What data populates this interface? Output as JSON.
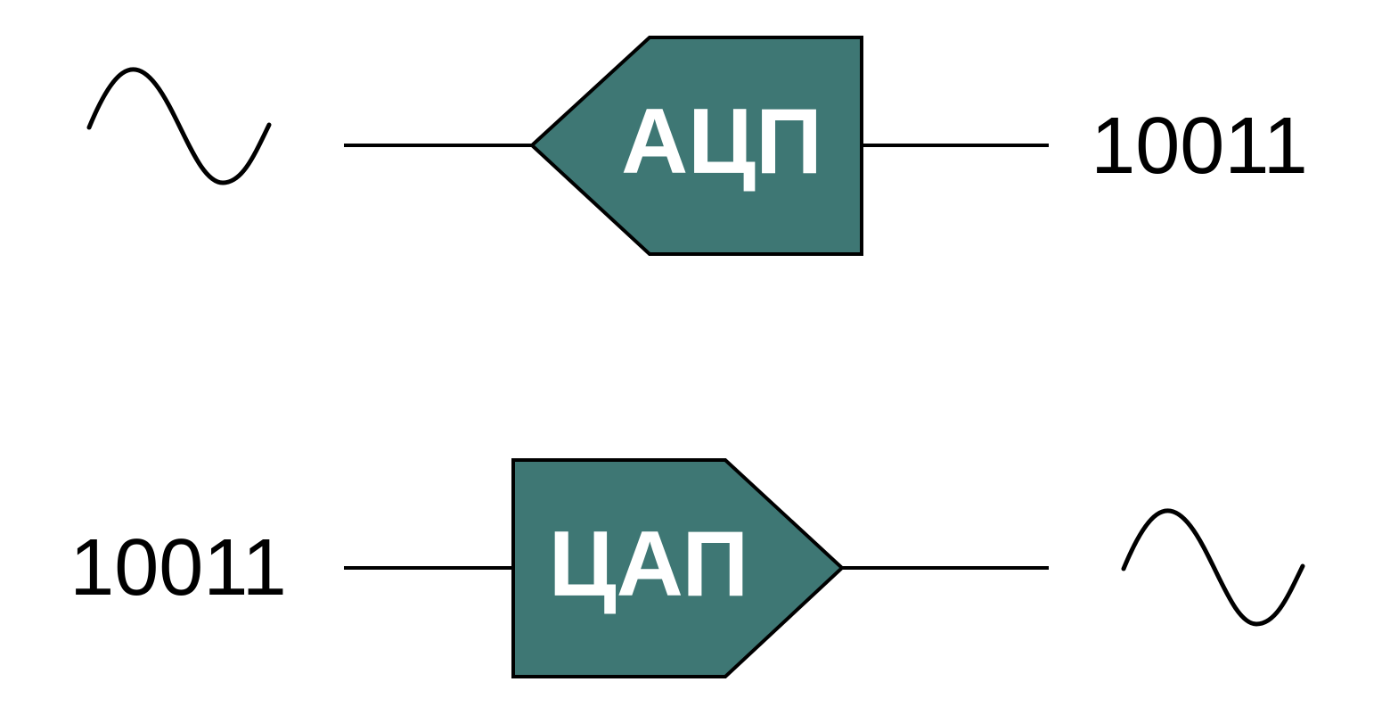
{
  "colors": {
    "block_fill": "#3e7774",
    "stroke": "#000000",
    "label": "#ffffff",
    "background": "#ffffff"
  },
  "adc": {
    "label": "АЦП",
    "output_code": "10011",
    "input_symbol": "sine-wave-icon"
  },
  "dac": {
    "label": "ЦАП",
    "input_code": "10011",
    "output_symbol": "sine-wave-icon"
  }
}
